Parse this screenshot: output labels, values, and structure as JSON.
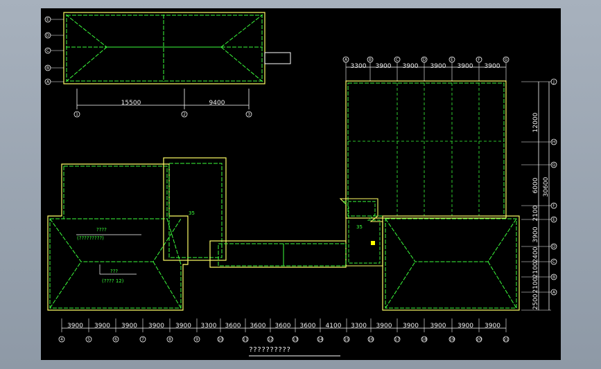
{
  "drawing": {
    "title": "??????????",
    "colors": {
      "background": "#000000",
      "frame": "#95a0ad",
      "roof_line": "#3cff3c",
      "outline": "#ffff66",
      "dimension": "#ffffff",
      "marker": "#ffff00"
    }
  },
  "top_plan": {
    "axis_letters": [
      "E",
      "D",
      "C",
      "B",
      "A"
    ],
    "axis_numbers": [
      "1",
      "2",
      "3"
    ],
    "dims": [
      "15500",
      "9400"
    ]
  },
  "right_top": {
    "axis_numbers": [
      "A",
      "B",
      "C",
      "D",
      "E",
      "F",
      "G"
    ],
    "dims": [
      "3300",
      "3900",
      "3900",
      "3900",
      "3900",
      "3900"
    ]
  },
  "right_side": {
    "dims": [
      "12000",
      "6000",
      "30600",
      "2100",
      "3900",
      "2400",
      "2100",
      "2100",
      "2500"
    ],
    "axis_labels": [
      "J",
      "H",
      "G",
      "F",
      "E",
      "D",
      "C",
      "B",
      "A"
    ]
  },
  "bottom": {
    "dims": [
      "3900",
      "3900",
      "3900",
      "3900",
      "3900",
      "3300",
      "3600",
      "3600",
      "3600",
      "3600",
      "4100",
      "3300",
      "3900",
      "3900",
      "3900",
      "3900",
      "3900"
    ],
    "axis_numbers": [
      "4",
      "5",
      "6",
      "7",
      "8",
      "9",
      "10",
      "11",
      "12",
      "13",
      "14",
      "15",
      "16",
      "17",
      "18",
      "19",
      "20",
      "21"
    ]
  },
  "notes": {
    "left_note_1": "????",
    "left_note_1b": "(?????????)",
    "left_note_2": "???",
    "left_note_2b": "(????  12)",
    "center_tag": "35",
    "right_tag": "35"
  }
}
